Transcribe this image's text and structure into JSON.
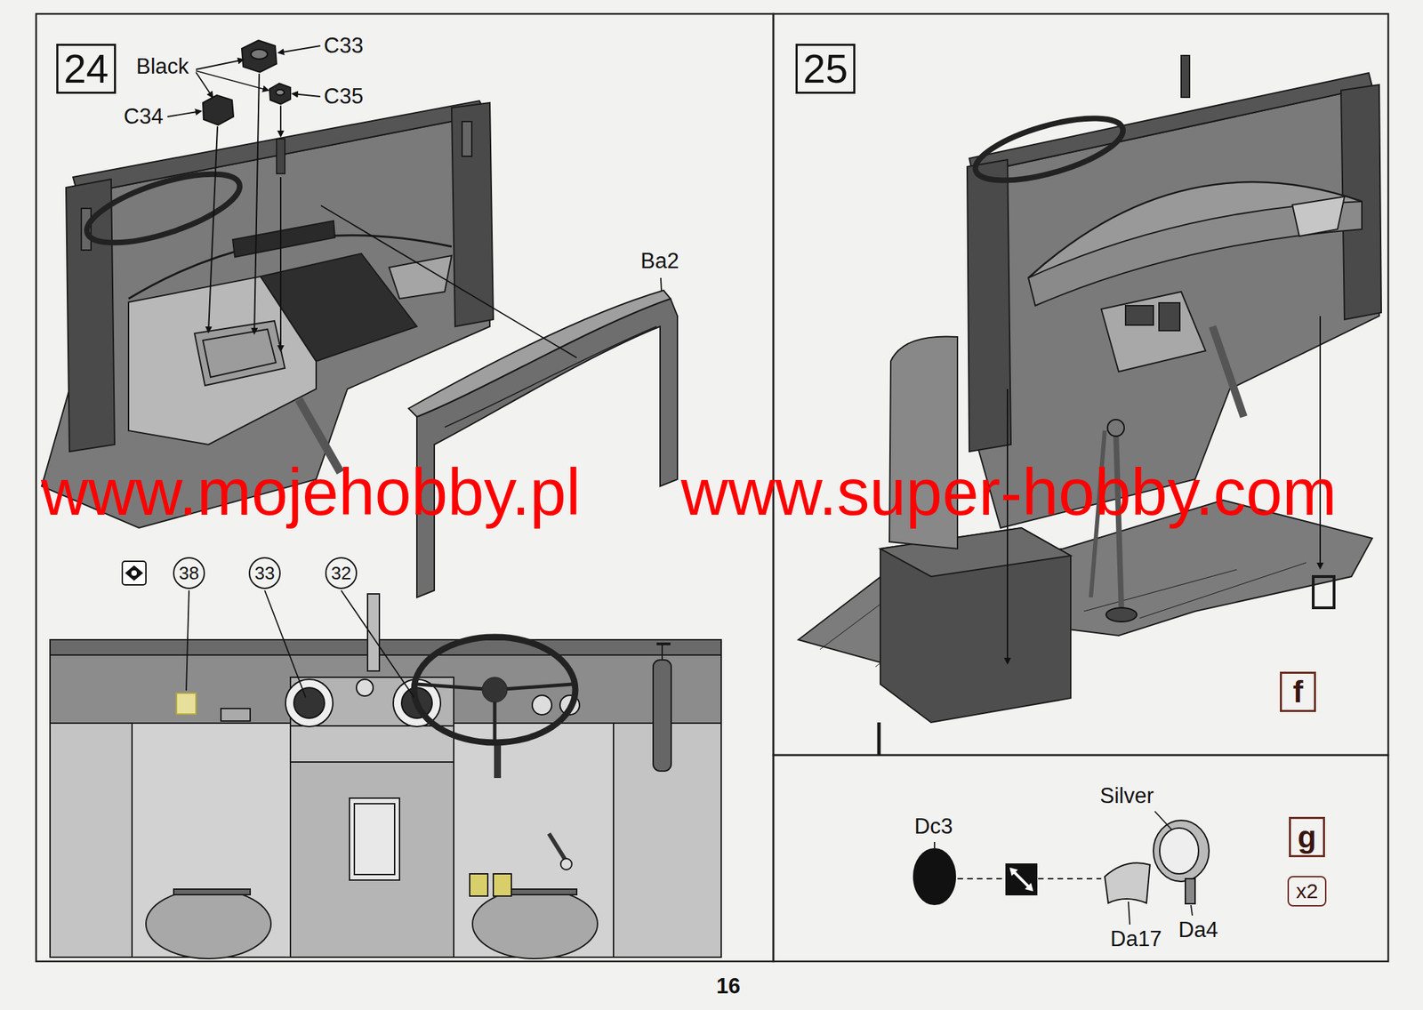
{
  "diagram": {
    "nodes": [
      {
        "text": [
          "24"
        ]
      },
      {
        "text": [
          "38"
        ]
      },
      {
        "text": [
          "33"
        ]
      },
      {
        "text": [
          "32"
        ]
      },
      {
        "text": [
          "25"
        ]
      },
      {
        "text": [
          "f"
        ]
      },
      {
        "text": [
          "g"
        ]
      },
      {
        "text": [
          "x2"
        ]
      }
    ],
    "labels": [
      "Black",
      "C33",
      "C34",
      "C35",
      "Ba2",
      "www.mojehobby.pl",
      "www.super-hobby.com",
      "Dc3",
      "Silver",
      "Da17",
      "Da4",
      "16"
    ]
  }
}
